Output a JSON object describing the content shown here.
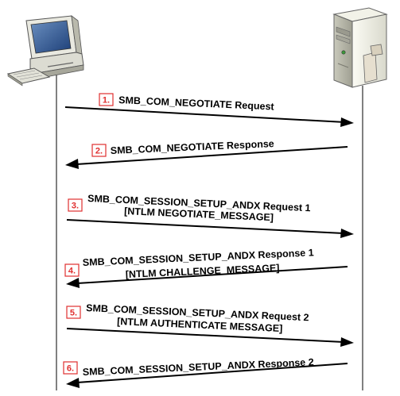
{
  "participants": {
    "client": {
      "icon": "computer-icon"
    },
    "server": {
      "icon": "server-icon"
    }
  },
  "colors": {
    "step_number": "#e03030",
    "arrow": "#000000",
    "lifeline": "#000000"
  },
  "messages": [
    {
      "step": "1.",
      "lines": [
        "SMB_COM_NEGOTIATE Request"
      ],
      "direction": "client-to-server"
    },
    {
      "step": "2.",
      "lines": [
        "SMB_COM_NEGOTIATE Response"
      ],
      "direction": "server-to-client"
    },
    {
      "step": "3.",
      "lines": [
        "SMB_COM_SESSION_SETUP_ANDX Request 1",
        "[NTLM NEGOTIATE_MESSAGE]"
      ],
      "direction": "client-to-server"
    },
    {
      "step": "4.",
      "lines": [
        "SMB_COM_SESSION_SETUP_ANDX Response 1",
        "[NTLM CHALLENGE_MESSAGE]"
      ],
      "direction": "server-to-client"
    },
    {
      "step": "5.",
      "lines": [
        "SMB_COM_SESSION_SETUP_ANDX Request 2",
        "[NTLM AUTHENTICATE MESSAGE]"
      ],
      "direction": "client-to-server"
    },
    {
      "step": "6.",
      "lines": [
        "SMB_COM_SESSION_SETUP_ANDX Response 2"
      ],
      "direction": "server-to-client"
    }
  ]
}
